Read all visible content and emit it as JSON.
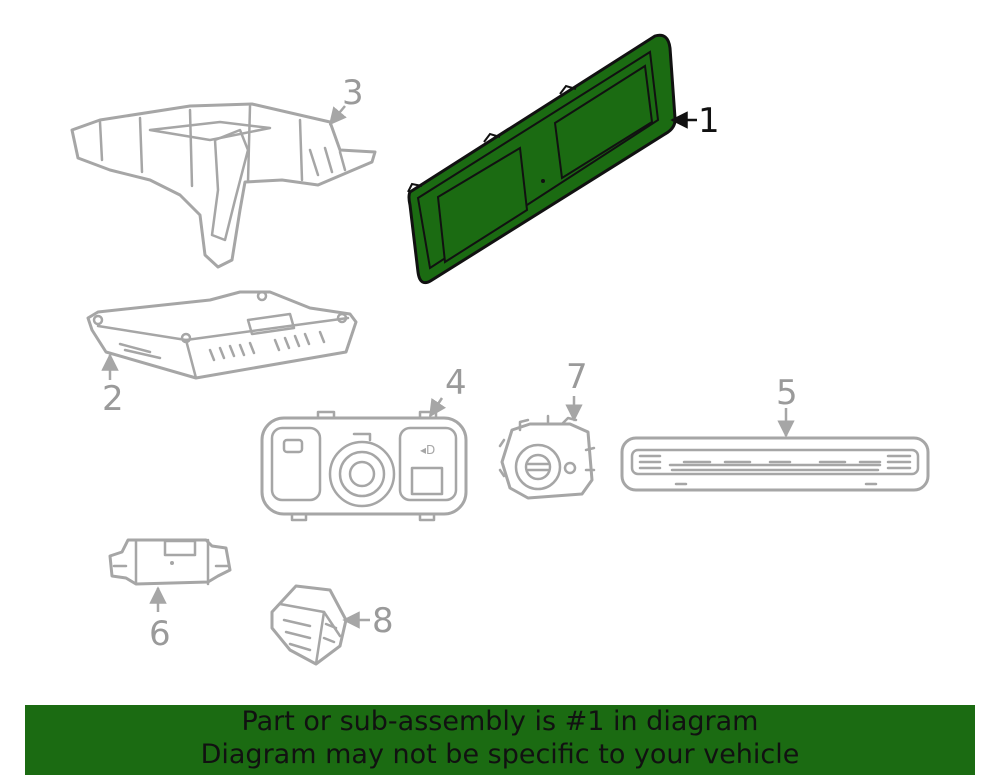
{
  "diagram": {
    "callouts": {
      "p1": "1",
      "p2": "2",
      "p3": "3",
      "p4": "4",
      "p5": "5",
      "p6": "6",
      "p7": "7",
      "p8": "8"
    },
    "highlight_part": "1",
    "colors": {
      "highlight_fill": "#1b6b12",
      "outline": "#a6a6a6",
      "banner_bg": "#1b6b12",
      "text_dark": "#111111",
      "text_gray": "#9a9a9a"
    }
  },
  "banner": {
    "line1": "Part or sub-assembly is #1 in diagram",
    "line2": "Diagram may not be specific to your vehicle"
  }
}
